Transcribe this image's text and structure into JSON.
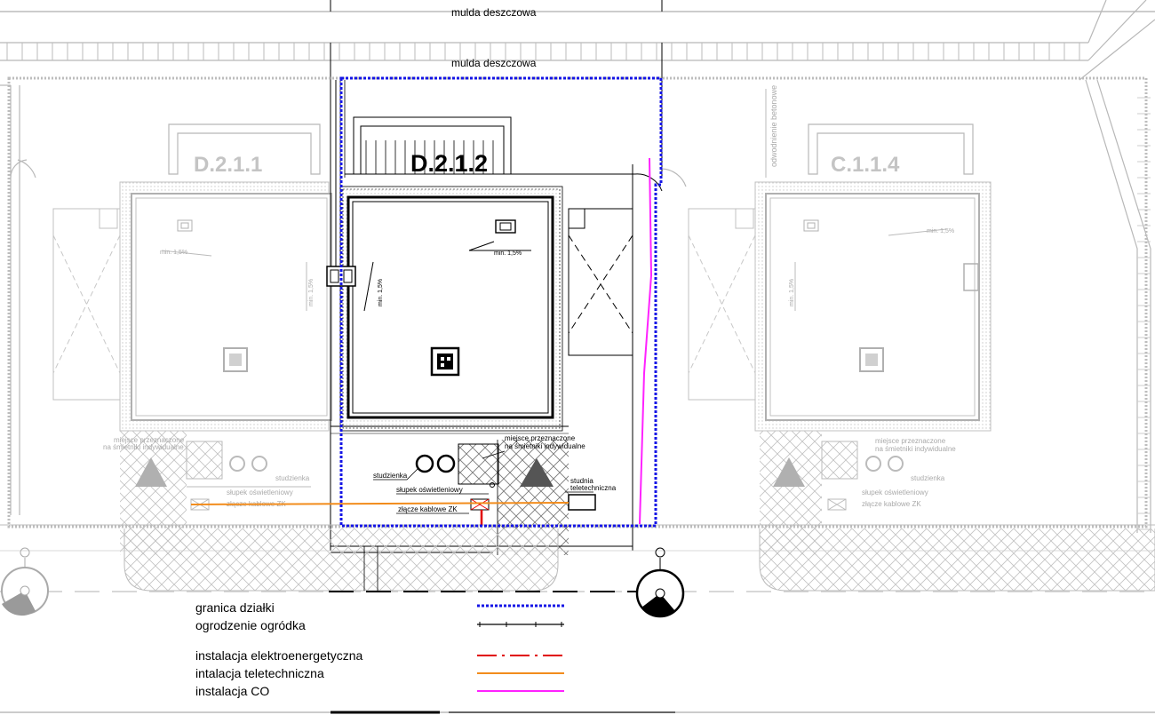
{
  "labels": {
    "mulda_top": "mulda deszczowa",
    "mulda_mid": "mulda deszczowa",
    "odwodnienie": "odwodnienie betonowe"
  },
  "buildings": {
    "left": {
      "id": "D.2.1.1",
      "slope_h": "min. 1,5%",
      "slope_v": "min. 1,5%"
    },
    "center": {
      "id": "D.2.1.2",
      "slope_h": "min. 1,5%",
      "slope_v": "min. 1,5%"
    },
    "right": {
      "id": "C.1.1.4",
      "slope_h": "min. 1,5%",
      "slope_v": "min. 1,5%"
    }
  },
  "annotations": {
    "center": {
      "waste_1": "miejsce przeznaczone",
      "waste_2": "na śmietniki indywidualne",
      "studzienka": "studzienka",
      "slupek": "słupek oświetleniowy",
      "zlacze": "złącze kablowe ZK",
      "studnia_1": "studnia",
      "studnia_2": "teletechniczna"
    },
    "left": {
      "waste_1": "miejsce przeznaczone",
      "waste_2": "na śmietniki indywidualne",
      "studzienka": "studzienka",
      "slupek": "słupek oświetleniowy",
      "zlacze": "złącze kablowe ZK"
    },
    "right": {
      "waste_1": "miejsce przeznaczone",
      "waste_2": "na śmietniki indywidualne",
      "studzienka": "studzienka",
      "slupek": "słupek oświetleniowy",
      "zlacze": "złącze kablowe ZK"
    }
  },
  "legend": [
    {
      "label": "granica działki",
      "color": "#1414e6",
      "style": "dotted"
    },
    {
      "label": "ogrodzenie ogródka",
      "color": "#000000",
      "style": "fence"
    },
    {
      "label": "instalacja elektroenergetyczna",
      "color": "#e00000",
      "style": "dashdot"
    },
    {
      "label": "intalacja teletechniczna",
      "color": "#f28c1c",
      "style": "solid"
    },
    {
      "label": "instalacja CO",
      "color": "#ff22ff",
      "style": "solid"
    }
  ]
}
